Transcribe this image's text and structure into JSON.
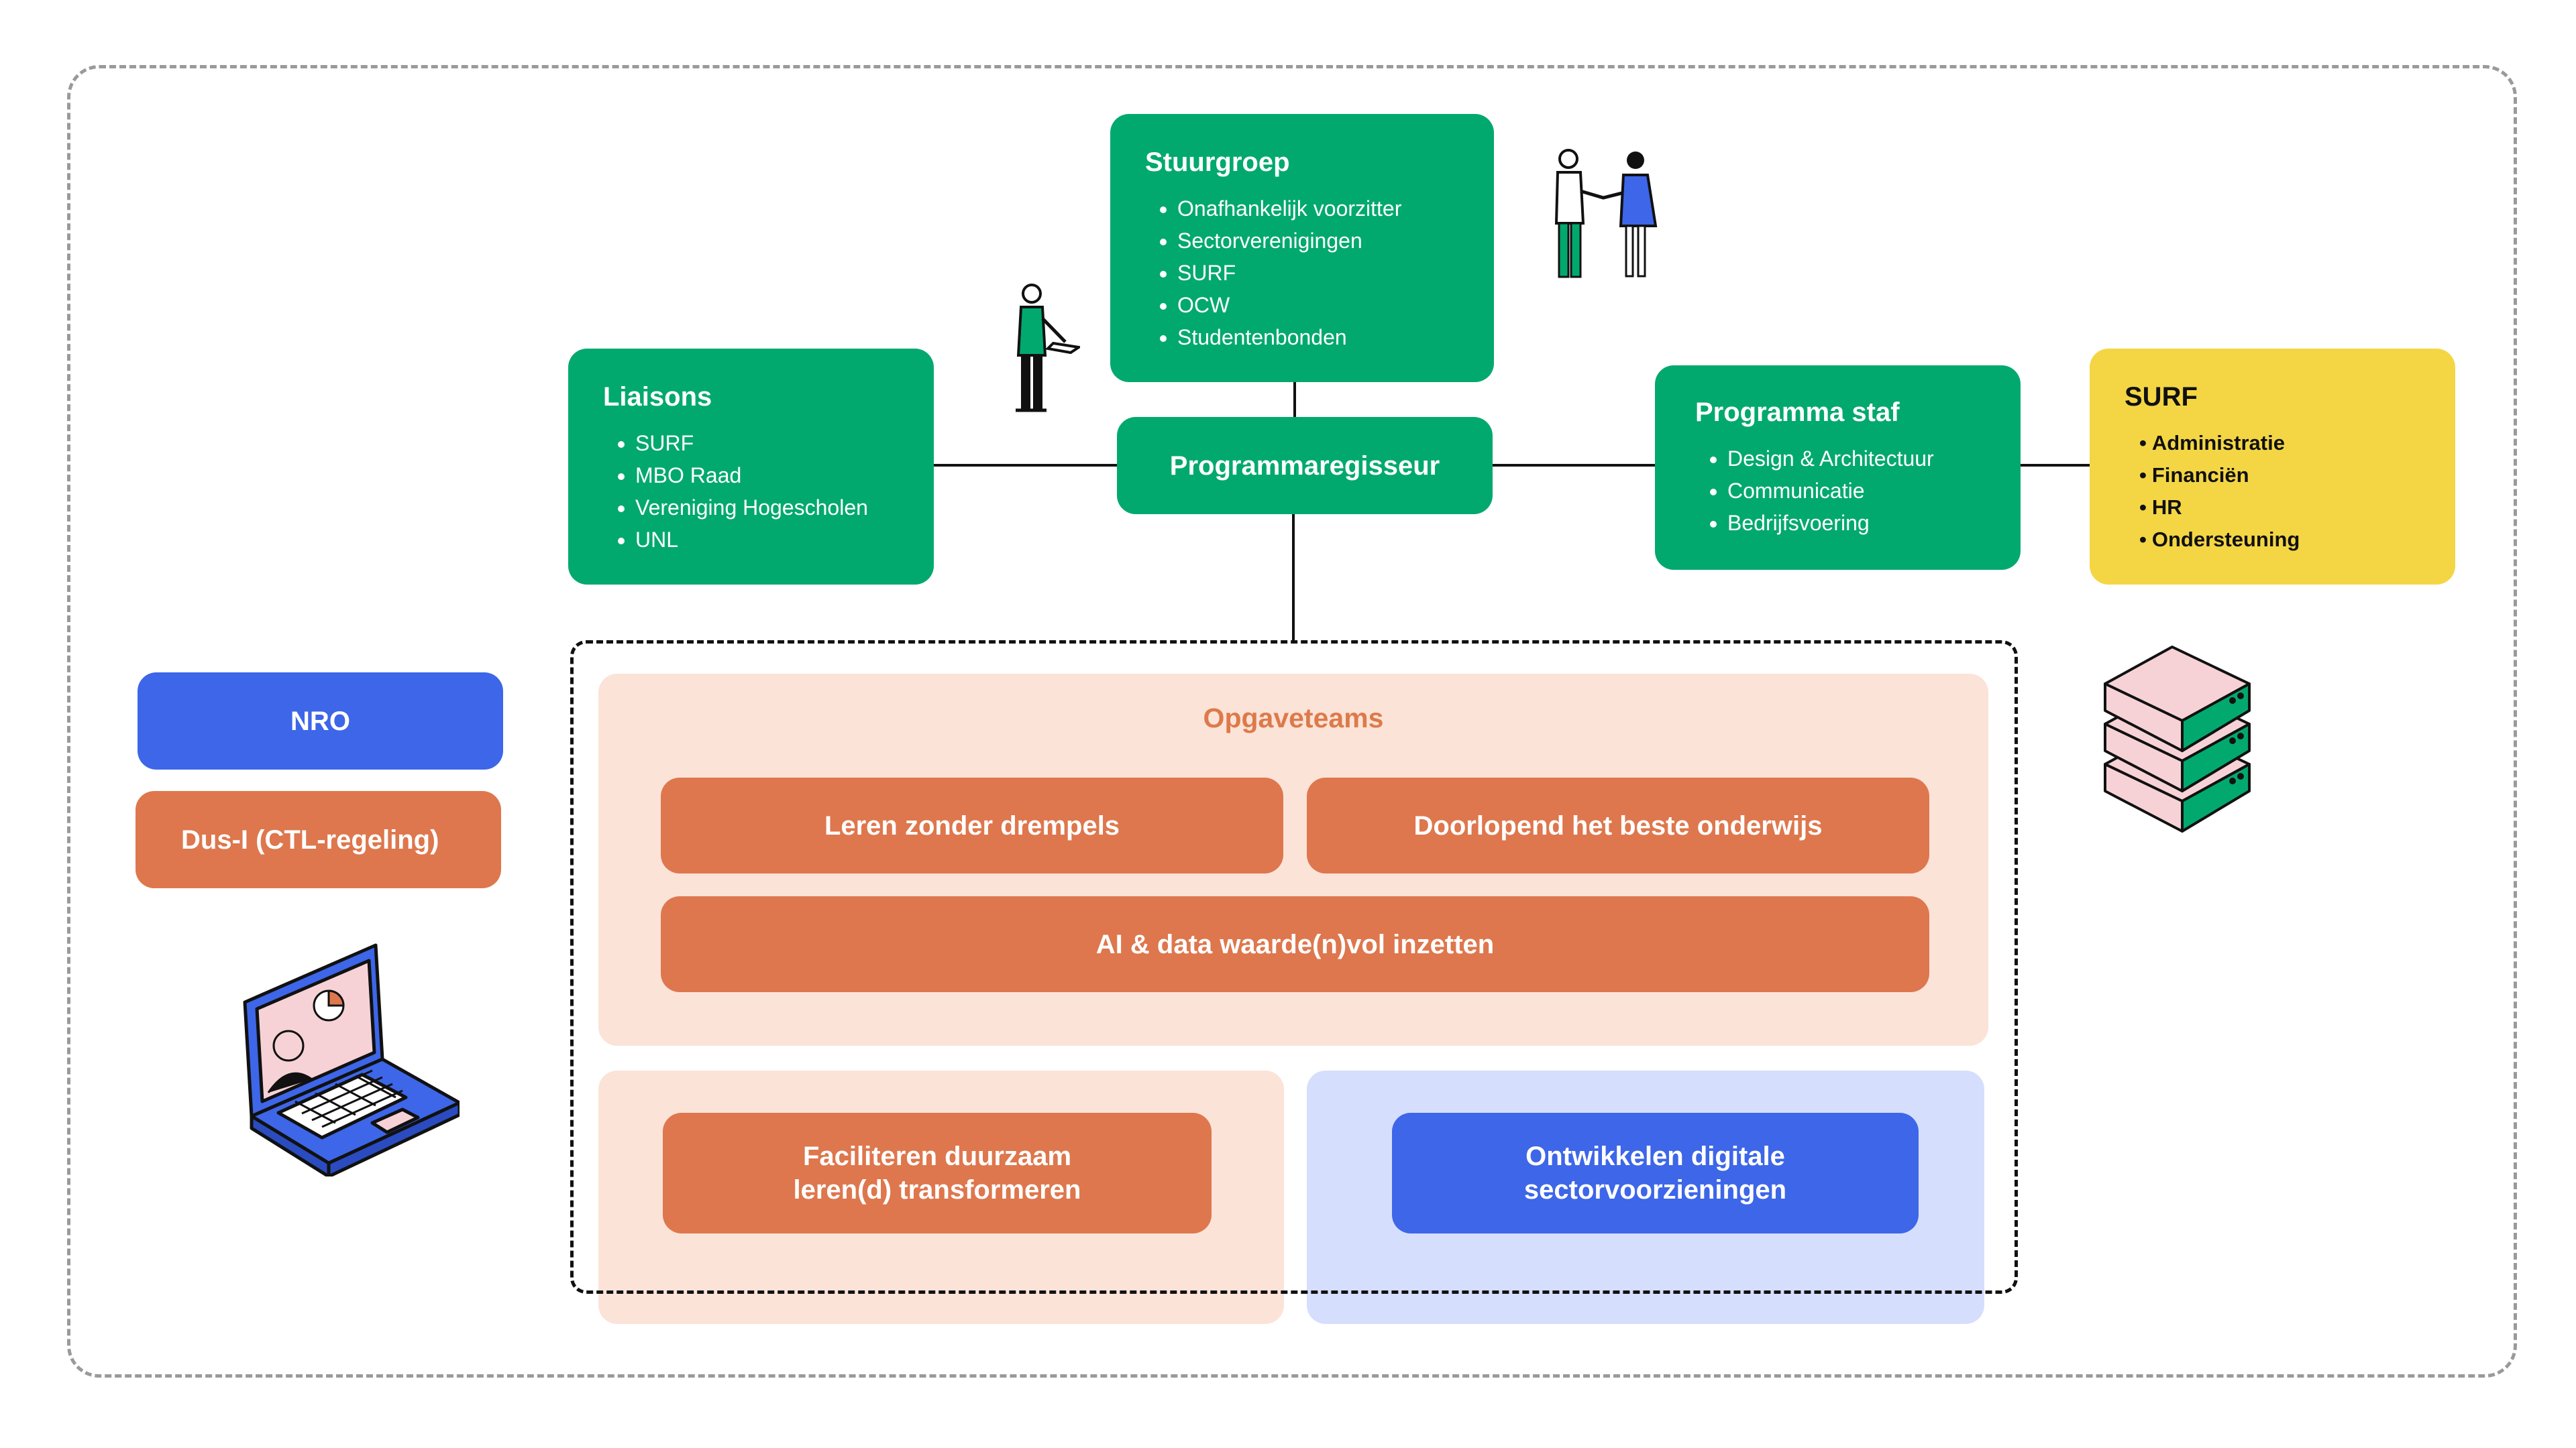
{
  "stuurgroep": {
    "title": "Stuurgroep",
    "items": [
      "Onafhankelijk voorzitter",
      "Sectorverenigingen",
      "SURF",
      "OCW",
      "Studentenbonden"
    ]
  },
  "liaisons": {
    "title": "Liaisons",
    "items": [
      "SURF",
      "MBO Raad",
      "Vereniging Hogescholen",
      "UNL"
    ]
  },
  "programmaregisseur": {
    "label": "Programmaregisseur"
  },
  "programma_staf": {
    "title": "Programma staf",
    "items": [
      "Design & Architectuur",
      "Communicatie",
      "Bedrijfsvoering"
    ]
  },
  "surf": {
    "title": "SURF",
    "items": [
      "Administratie",
      "Financiën",
      "HR",
      "Ondersteuning"
    ]
  },
  "left_boxes": {
    "nro": "NRO",
    "dusi": "Dus-I (CTL-regeling)"
  },
  "opgaveteams": {
    "title": "Opgaveteams",
    "teams": [
      "Leren zonder drempels",
      "Doorlopend het beste onderwijs",
      "AI & data waarde(n)vol inzetten"
    ]
  },
  "bottom": {
    "faciliteren": [
      "Faciliteren duurzaam",
      "leren(d) transformeren"
    ],
    "ontwikkelen": [
      "Ontwikkelen digitale",
      "sectorvoorzieningen"
    ]
  },
  "colors": {
    "green": "#02a96f",
    "yellow": "#f4d645",
    "blue": "#3d66e8",
    "orange": "#de774d",
    "peach": "#fbe3d8",
    "lavender": "#d6defd"
  },
  "icons": [
    "person-with-laptop-icon",
    "handshake-people-icon",
    "server-stack-icon",
    "laptop-video-call-icon"
  ]
}
